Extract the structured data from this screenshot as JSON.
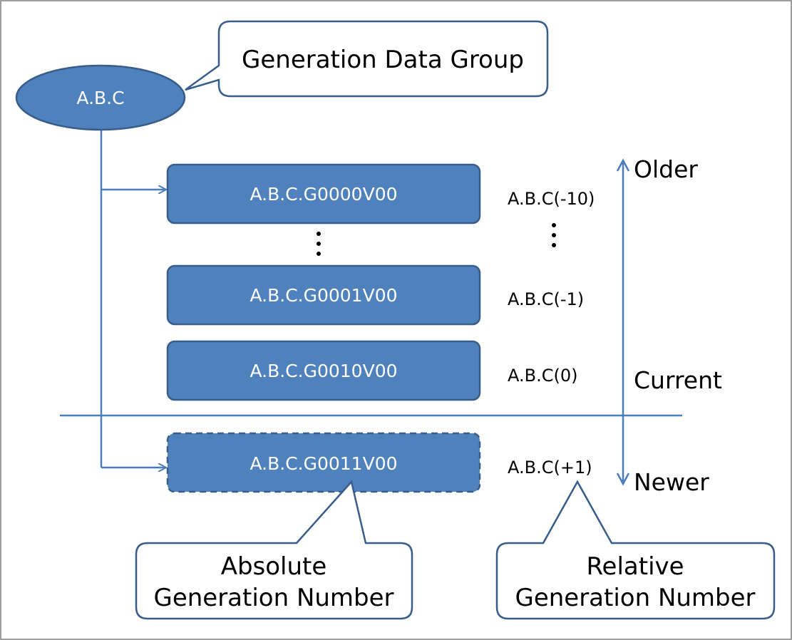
{
  "diagram": {
    "root_label": "A.B.C",
    "gdg_callout": "Generation Data Group",
    "generations": [
      {
        "absolute": "A.B.C.G0000V00",
        "relative": "A.B.C(-10)"
      },
      {
        "absolute": "A.B.C.G0001V00",
        "relative": "A.B.C(-1)"
      },
      {
        "absolute": "A.B.C.G0010V00",
        "relative": "A.B.C(0)"
      },
      {
        "absolute": "A.B.C.G0011V00",
        "relative": "A.B.C(+1)"
      }
    ],
    "direction": {
      "older": "Older",
      "current": "Current",
      "newer": "Newer"
    },
    "absolute_callout": {
      "line1": "Absolute",
      "line2": "Generation Number"
    },
    "relative_callout": {
      "line1": "Relative",
      "line2": "Generation Number"
    },
    "colors": {
      "box_fill": "#4f81bd",
      "box_stroke": "#385d8a",
      "line": "#4a7ebb",
      "callout_stroke": "#385d8a"
    }
  }
}
